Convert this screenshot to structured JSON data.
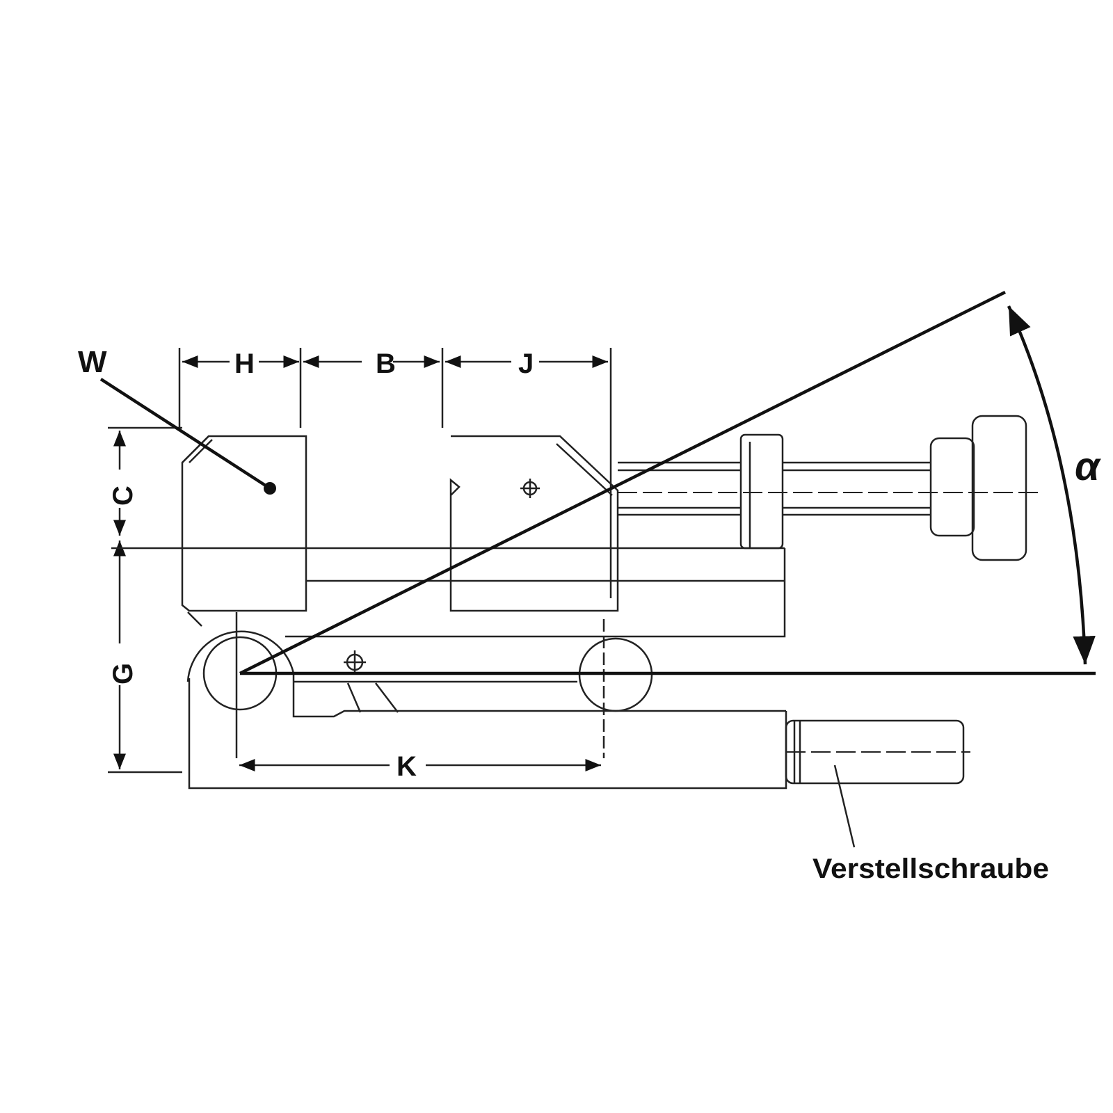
{
  "labels": {
    "W": "W",
    "H": "H",
    "B": "B",
    "J": "J",
    "C": "C",
    "G": "G",
    "K": "K",
    "alpha": "α",
    "adjusting_screw": "Verstellschraube"
  },
  "colors": {
    "line": "#111111",
    "background": "#ffffff"
  }
}
